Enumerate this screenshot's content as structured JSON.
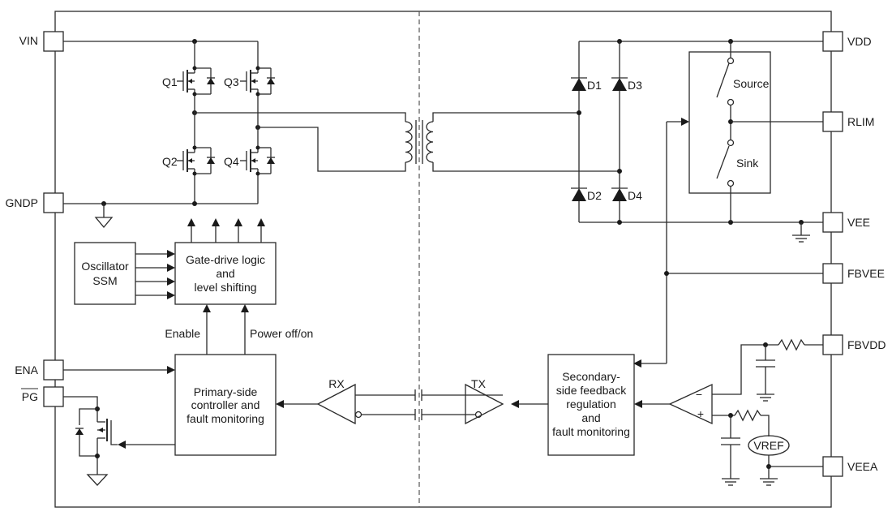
{
  "pins_left": {
    "vin": "VIN",
    "gndp": "GNDP",
    "ena": "ENA",
    "pg": "PG"
  },
  "pins_right": {
    "vdd": "VDD",
    "rlim": "RLIM",
    "vee": "VEE",
    "fbvee": "FBVEE",
    "fbvdd": "FBVDD",
    "veea": "VEEA"
  },
  "transistors": {
    "q1": "Q1",
    "q2": "Q2",
    "q3": "Q3",
    "q4": "Q4"
  },
  "diodes": {
    "d1": "D1",
    "d2": "D2",
    "d3": "D3",
    "d4": "D4"
  },
  "switches": {
    "source": "Source",
    "sink": "Sink"
  },
  "blocks": {
    "oscillator": [
      "Oscillator",
      "SSM"
    ],
    "gate_drive": [
      "Gate-drive logic",
      "and",
      "level shifting"
    ],
    "primary": [
      "Primary-side",
      "controller and",
      "fault monitoring"
    ],
    "secondary": [
      "Secondary-",
      "side feedback",
      "regulation",
      "and",
      "fault monitoring"
    ]
  },
  "signals": {
    "enable": "Enable",
    "power": "Power off/on",
    "rx": "RX",
    "tx": "TX"
  },
  "opamp": {
    "minus": "−",
    "plus": "+"
  },
  "vref": "VREF"
}
